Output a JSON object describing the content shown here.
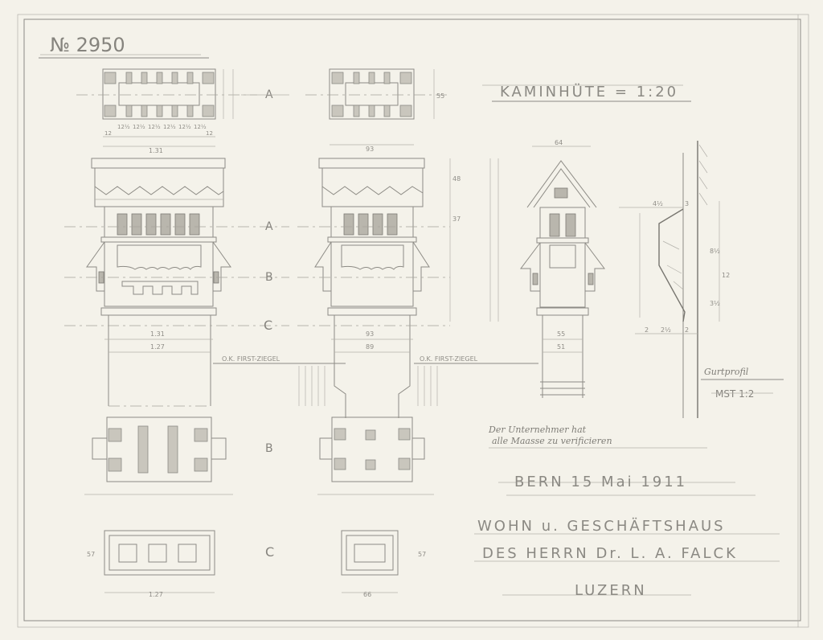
{
  "sheet": {
    "number": "№ 2950",
    "title": "KAMINHÜTE = 1:20",
    "note_line1": "Der Unternehmer hat",
    "note_line2": "alle Maasse zu verificieren",
    "place_date": "BERN 15 Mai 1911",
    "project_line1": "WOHN u. GESCHÄFTSHAUS",
    "project_line2": "DES HERRN Dr. L. A. FALCK",
    "project_city": "LUZERN"
  },
  "profile": {
    "title": "Gurtprofil",
    "scale": "MST 1:2",
    "dims": [
      "4½",
      "3",
      "8½",
      "12",
      "3½",
      "2",
      "2½",
      "2"
    ]
  },
  "section_marks": {
    "a": "A",
    "b": "B",
    "c": "C"
  },
  "annotations": {
    "ridge_tile": "O.K. FIRST-ZIEGEL"
  },
  "dims": {
    "large_width_outer": "1.31",
    "large_width_inner": "1.27",
    "medium_width_outer": "93",
    "medium_width_inner": "89",
    "small_width_top": "64",
    "small_width_outer": "55",
    "small_width_inner": "51",
    "cap_height": "48",
    "louver_height": "37",
    "plan_depth": "55",
    "bottom_plan_large": "1.27",
    "bottom_plan_medium": "66",
    "bottom_plan_height": "57",
    "plan_a_large_dims": [
      "12",
      "12½",
      "12½",
      "12½",
      "12½",
      "12½",
      "12½",
      "12"
    ],
    "plan_a_medium": "93"
  }
}
